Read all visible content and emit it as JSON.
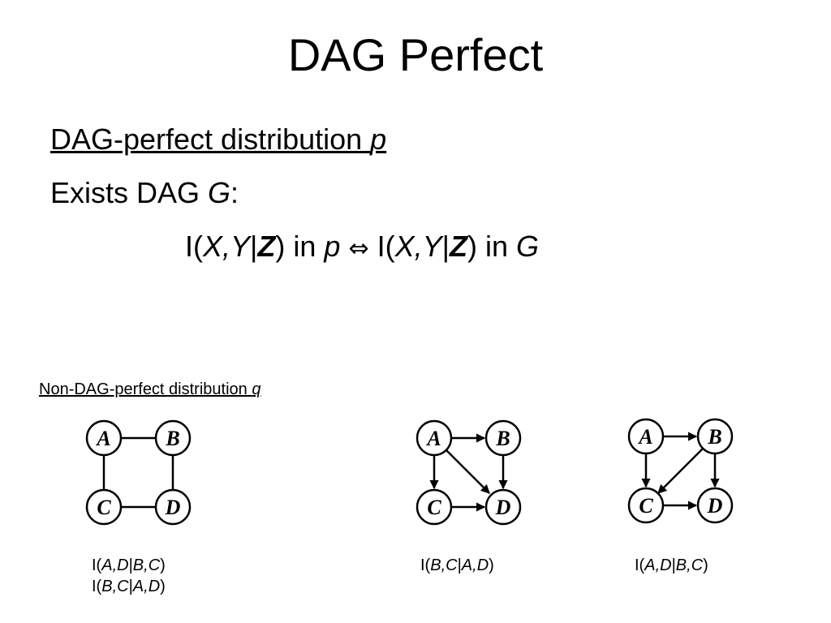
{
  "title": "DAG Perfect",
  "definition": {
    "heading_text": "DAG-perfect distribution ",
    "heading_var": "p",
    "exists_text": "Exists DAG ",
    "exists_var": "G",
    "exists_colon": ":",
    "stmt": {
      "i1": "I(",
      "x1": "X",
      "comma1": ",",
      "y1": "Y",
      "bar1": "|",
      "z1": "Z",
      "mid1": ") in ",
      "p": "p",
      "iff": "⇔",
      "i2": " I(",
      "x2": "X",
      "comma2": ",",
      "y2": "Y",
      "bar2": "|",
      "z2": "Z",
      "mid2": ") in ",
      "g": "G"
    }
  },
  "counterexample": {
    "heading_text": "Non-DAG-perfect distribution ",
    "heading_var": "q"
  },
  "graphs": [
    {
      "nodes": {
        "a": "A",
        "b": "B",
        "c": "C",
        "d": "D"
      },
      "captions": [
        {
          "i": "I(",
          "v1": "A",
          "c1": ",",
          "v2": "D",
          "bar": "|",
          "v3": "B",
          "c2": ",",
          "v4": "C",
          "end": ")"
        },
        {
          "i": "I(",
          "v1": "B",
          "c1": ",",
          "v2": "C",
          "bar": "|",
          "v3": "A",
          "c2": ",",
          "v4": "D",
          "end": ")"
        }
      ]
    },
    {
      "nodes": {
        "a": "A",
        "b": "B",
        "c": "C",
        "d": "D"
      },
      "captions": [
        {
          "i": "I(",
          "v1": "B",
          "c1": ",",
          "v2": "C",
          "bar": "|",
          "v3": "A",
          "c2": ",",
          "v4": "D",
          "end": ")"
        }
      ]
    },
    {
      "nodes": {
        "a": "A",
        "b": "B",
        "c": "C",
        "d": "D"
      },
      "captions": [
        {
          "i": "I(",
          "v1": "A",
          "c1": ",",
          "v2": "D",
          "bar": "|",
          "v3": "B",
          "c2": ",",
          "v4": "C",
          "end": ")"
        }
      ]
    }
  ]
}
